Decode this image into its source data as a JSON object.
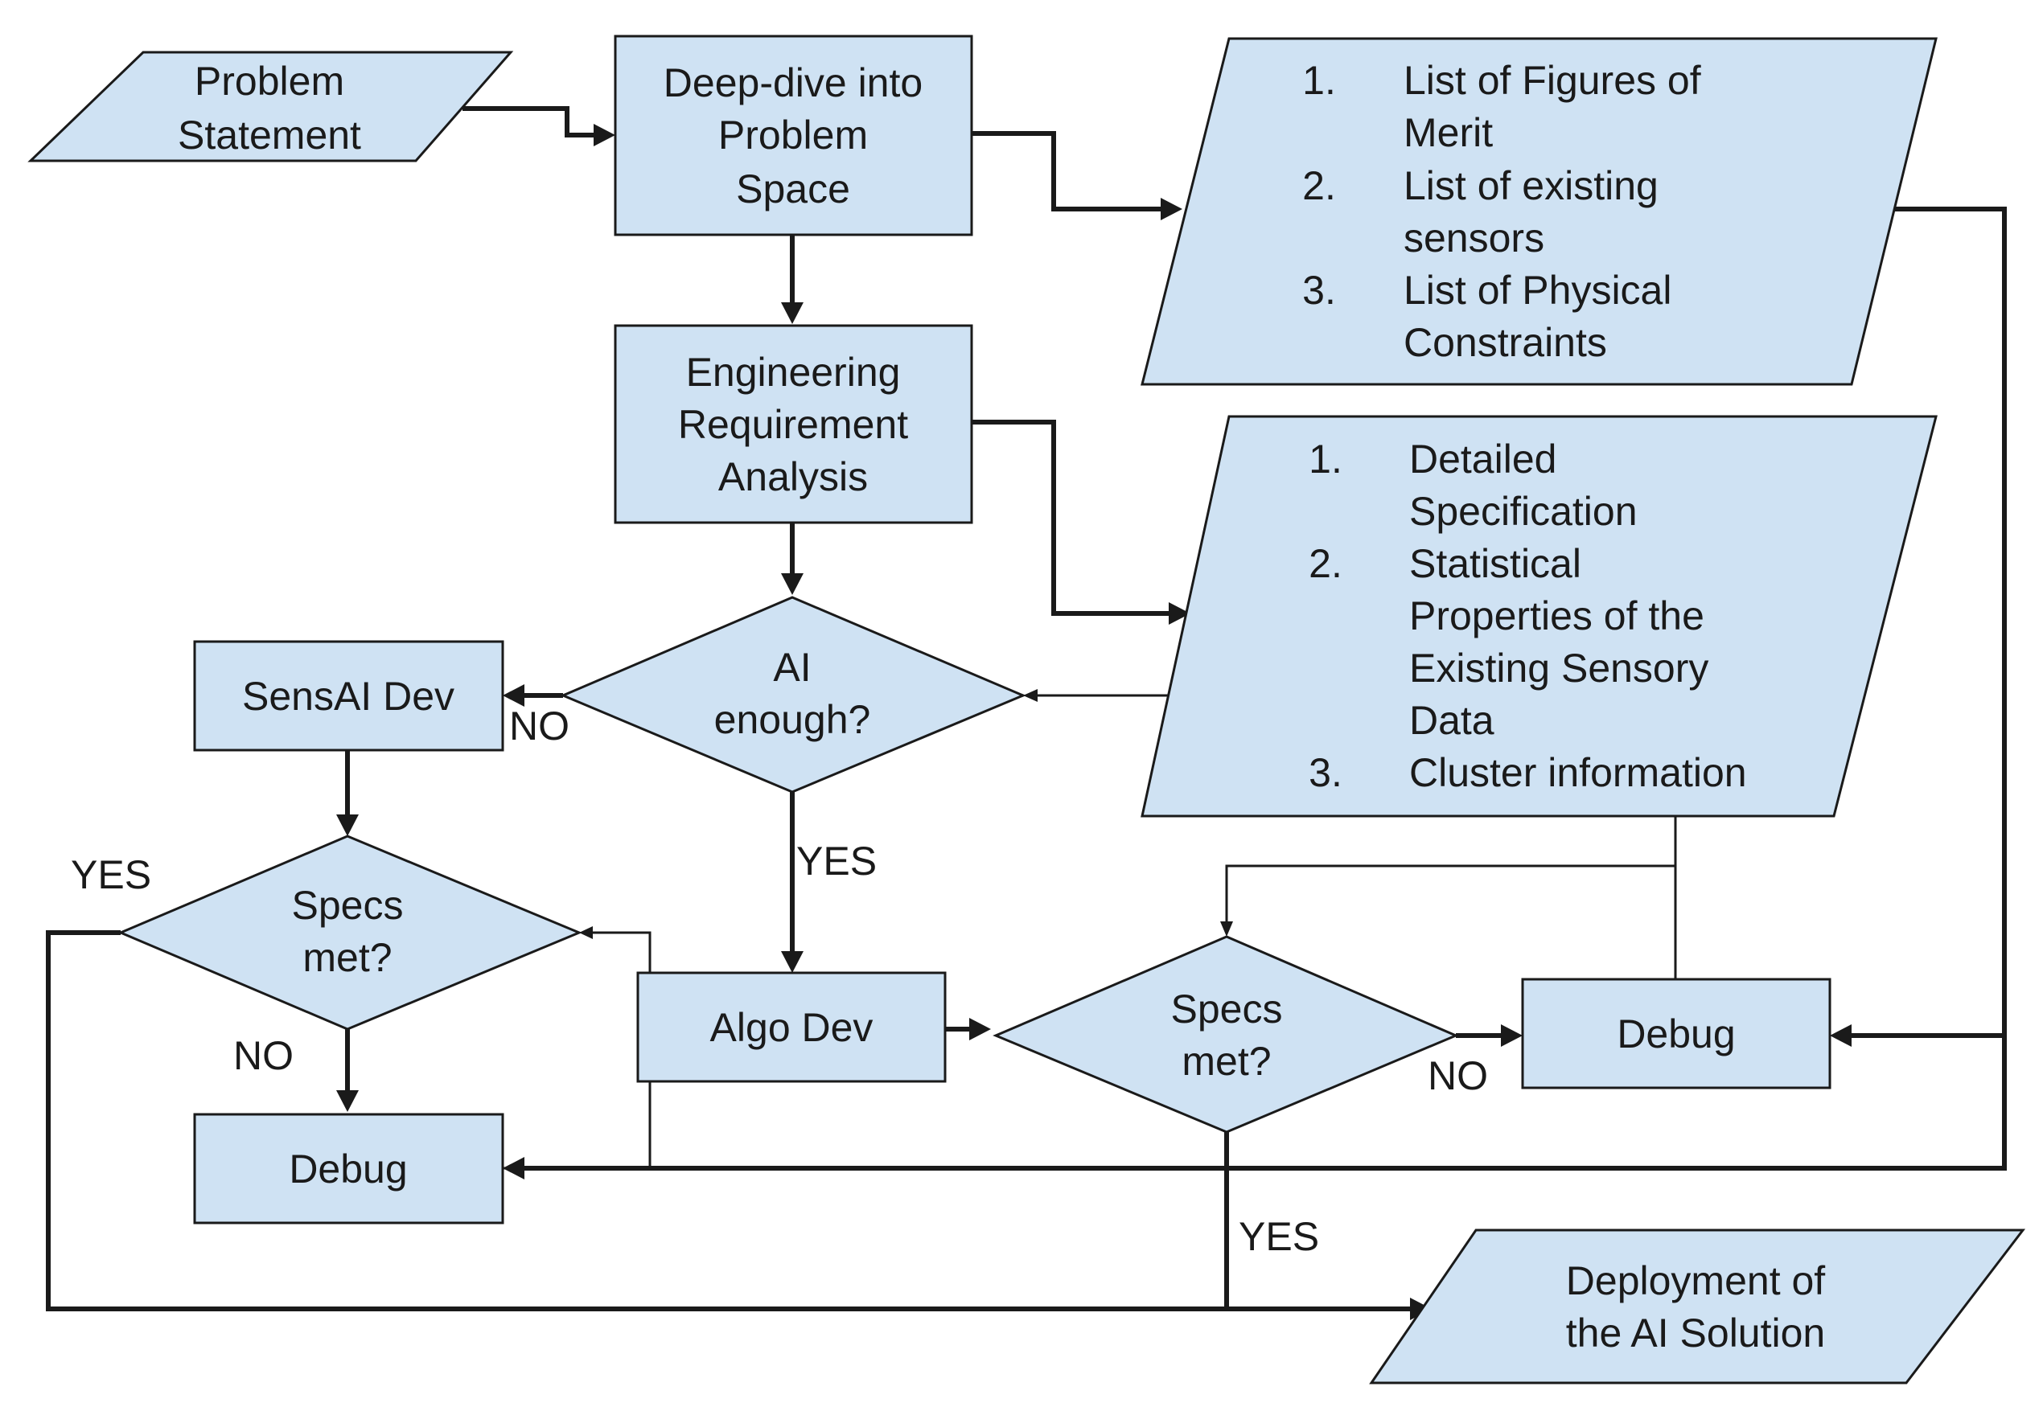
{
  "nodes": {
    "problem_statement": [
      "Problem",
      "Statement"
    ],
    "deep_dive": [
      "Deep-dive into",
      "Problem",
      "Space"
    ],
    "eng_req": [
      "Engineering",
      "Requirement",
      "Analysis"
    ],
    "ai_enough": [
      "AI",
      "enough?"
    ],
    "sensai_dev": [
      "SensAI Dev"
    ],
    "specs_met_left": [
      "Specs",
      "met?"
    ],
    "debug_left": [
      "Debug"
    ],
    "algo_dev": [
      "Algo Dev"
    ],
    "specs_met_right": [
      "Specs",
      "met?"
    ],
    "debug_right": [
      "Debug"
    ],
    "deployment": [
      "Deployment of",
      "the AI Solution"
    ]
  },
  "lists": {
    "figures": [
      {
        "num": "1.",
        "lines": [
          "List of Figures of",
          "Merit"
        ]
      },
      {
        "num": "2.",
        "lines": [
          "List of existing",
          "sensors"
        ]
      },
      {
        "num": "3.",
        "lines": [
          "List of Physical",
          "Constraints"
        ]
      }
    ],
    "specs": [
      {
        "num": "1.",
        "lines": [
          "Detailed",
          "Specification"
        ]
      },
      {
        "num": "2.",
        "lines": [
          "Statistical",
          "Properties of the",
          "Existing Sensory",
          "Data"
        ]
      },
      {
        "num": "3.",
        "lines": [
          "Cluster information"
        ]
      }
    ]
  },
  "edge_labels": {
    "ai_no": "NO",
    "ai_yes": "YES",
    "left_yes": "YES",
    "left_no": "NO",
    "right_no": "NO",
    "right_yes": "YES"
  },
  "colors": {
    "fill": "#cfe2f3",
    "stroke": "#1a1a1a"
  }
}
